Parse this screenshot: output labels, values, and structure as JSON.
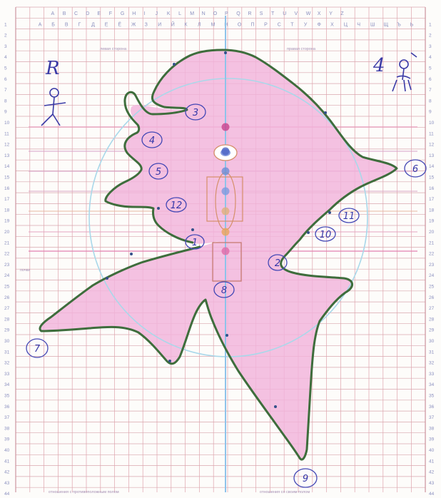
{
  "header_latin": [
    "A",
    "B",
    "C",
    "D",
    "E",
    "F",
    "G",
    "H",
    "I",
    "J",
    "K",
    "L",
    "M",
    "N",
    "O",
    "P",
    "Q",
    "R",
    "S",
    "T",
    "U",
    "V",
    "W",
    "X",
    "Y",
    "Z"
  ],
  "header_cyrillic": [
    "А",
    "Б",
    "В",
    "Г",
    "Д",
    "Е",
    "Ё",
    "Ж",
    "З",
    "И",
    "Й",
    "К",
    "Л",
    "М",
    "Н",
    "О",
    "П",
    "Р",
    "С",
    "Т",
    "У",
    "Ф",
    "Х",
    "Ц",
    "Ч",
    "Ш",
    "Щ",
    "Ъ",
    "Ь"
  ],
  "row_numbers": [
    "1",
    "2",
    "3",
    "4",
    "5",
    "6",
    "7",
    "8",
    "9",
    "10",
    "11",
    "12",
    "13",
    "14",
    "15",
    "16",
    "17",
    "18",
    "19",
    "20",
    "21",
    "22",
    "23",
    "24",
    "25",
    "26",
    "27",
    "28",
    "29",
    "30",
    "31",
    "32",
    "33",
    "34",
    "35",
    "36",
    "37",
    "38",
    "39",
    "40",
    "41",
    "42",
    "43",
    "44"
  ],
  "top_left_letter": "R",
  "top_right_mark": "4",
  "notes": {
    "left_side": "левая сторона",
    "right_side": "правая сторона",
    "row24_left": "почки",
    "bottom_left": "отношения с противоположным полом",
    "bottom_right": "отношения со своим полом"
  },
  "point_labels": [
    "1",
    "2",
    "3",
    "4",
    "5",
    "6",
    "7",
    "8",
    "9",
    "10",
    "11",
    "12"
  ],
  "chakra_colors": [
    "#c9428d",
    "#4a63c4",
    "#6b8fd6",
    "#7c9be0",
    "#e0b07a",
    "#e8a55a",
    "#e06aa8"
  ],
  "fill_color": "#f1a7d8",
  "outline_color": "#3a6b3a",
  "axis_color": "#7fb8e6",
  "circle_color": "#9fd0e8"
}
